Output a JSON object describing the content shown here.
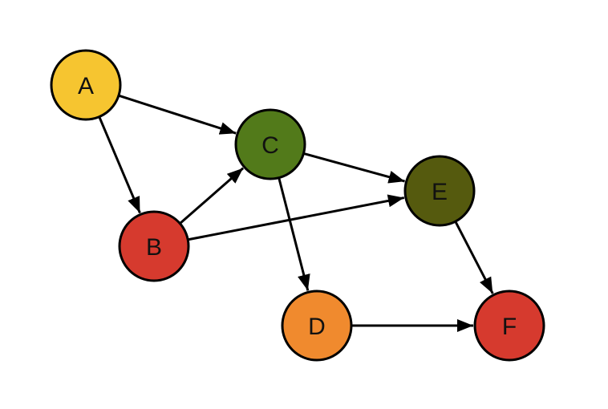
{
  "nodes": [
    {
      "id": "A",
      "label": "A",
      "color": "#F6C530"
    },
    {
      "id": "B",
      "label": "B",
      "color": "#D63A2E"
    },
    {
      "id": "C",
      "label": "C",
      "color": "#527A1A"
    },
    {
      "id": "D",
      "label": "D",
      "color": "#F08A2E"
    },
    {
      "id": "E",
      "label": "E",
      "color": "#555A0E"
    },
    {
      "id": "F",
      "label": "F",
      "color": "#D63A2E"
    }
  ],
  "edges": [
    {
      "from": "A",
      "to": "C"
    },
    {
      "from": "A",
      "to": "B"
    },
    {
      "from": "B",
      "to": "C"
    },
    {
      "from": "B",
      "to": "E"
    },
    {
      "from": "C",
      "to": "E"
    },
    {
      "from": "C",
      "to": "D"
    },
    {
      "from": "E",
      "to": "F"
    },
    {
      "from": "D",
      "to": "F"
    }
  ]
}
